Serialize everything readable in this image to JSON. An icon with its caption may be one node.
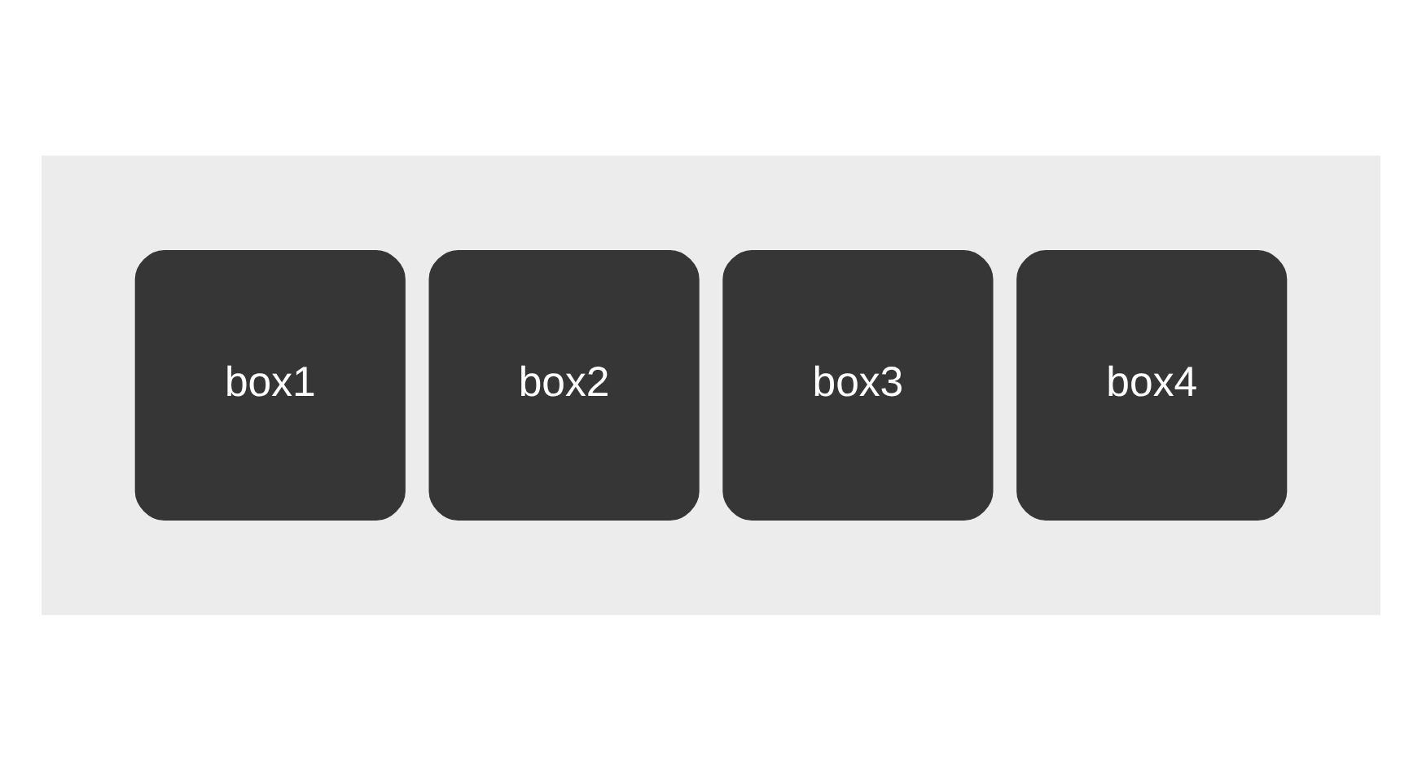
{
  "diagram": {
    "nodes": [
      {
        "text": [],
        "shape": "box"
      },
      {
        "text": [
          "box1"
        ],
        "in": 0
      },
      {
        "text": [
          "box2"
        ],
        "in": 0
      },
      {
        "text": [
          "box3"
        ],
        "in": 0
      },
      {
        "text": [
          "box4"
        ],
        "in": 0
      }
    ]
  }
}
